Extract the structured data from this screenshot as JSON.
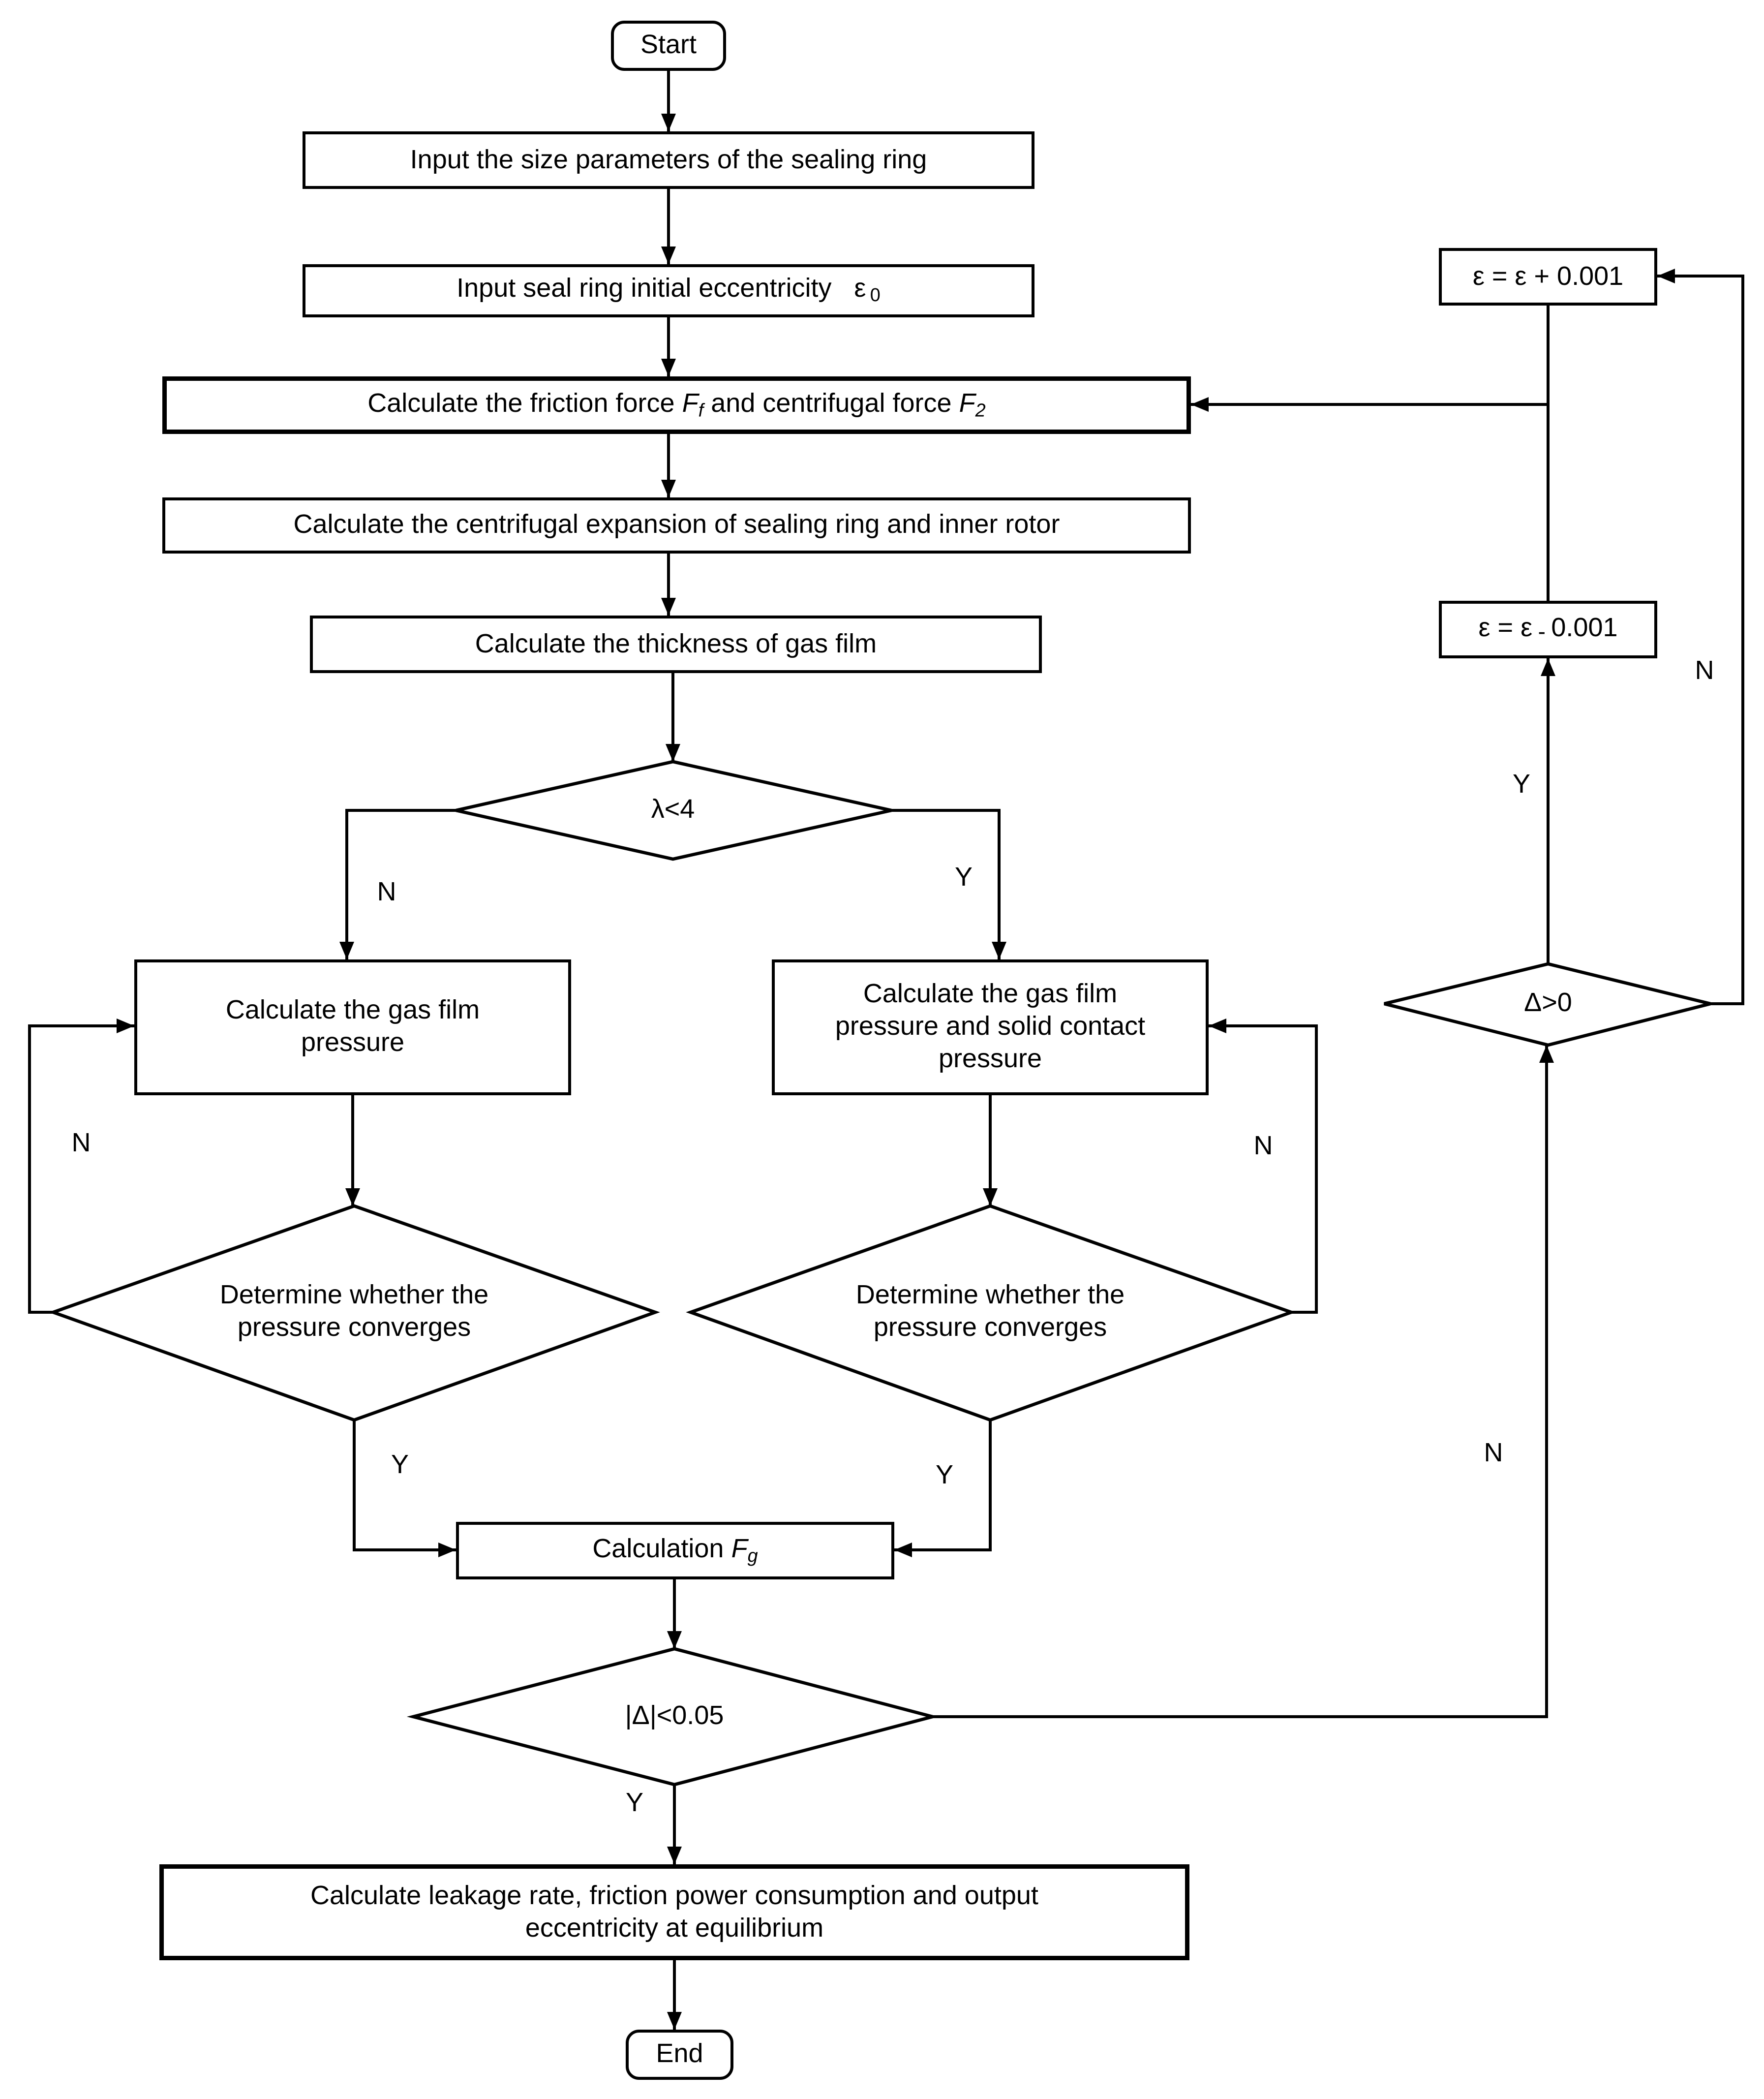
{
  "diagram": {
    "nodes": {
      "start": "Start",
      "input_size": "Input the size parameters of the sealing ring",
      "input_eccentricity": {
        "text": "Input seal ring initial eccentricity",
        "symbol": "ε",
        "subscript": "0"
      },
      "calc_forces": {
        "part1": "Calculate the friction force",
        "var1": "F",
        "var1_sub": "f",
        "part2": "and centrifugal force",
        "var2": "F",
        "var2_sub": "2"
      },
      "calc_expansion": "Calculate the centrifugal expansion of sealing ring and inner rotor",
      "calc_thickness": "Calculate the thickness of gas film",
      "lambda_check": "λ<4",
      "calc_gas_pressure": "Calculate the gas film pressure",
      "calc_gas_solid_pressure": "Calculate the gas film pressure and solid contact pressure",
      "converge_left": "Determine whether the pressure converges",
      "converge_right": "Determine whether the pressure converges",
      "calculation_fg": {
        "part1": "Calculation",
        "var": "F",
        "var_sub": "g"
      },
      "delta_abs_check": "|Δ|<0.05",
      "calc_output": "Calculate leakage rate, friction power consumption and output eccentricity at equilibrium",
      "end": "End",
      "eps_plus": "ε = ε + 0.001",
      "eps_minus": {
        "part1": "ε = ε",
        "minus": "-",
        "part2": "0.001"
      },
      "delta_positive_check": "Δ>0"
    },
    "edge_labels": {
      "lambda_no": "N",
      "lambda_yes": "Y",
      "converge_left_no": "N",
      "converge_right_no": "N",
      "converge_left_yes": "Y",
      "converge_right_yes": "Y",
      "delta_abs_no": "N",
      "delta_abs_yes": "Y",
      "delta_positive_yes": "Y",
      "delta_positive_no": "N"
    },
    "colors": {
      "stroke": "#000000",
      "text": "#000000",
      "background": "#ffffff"
    }
  }
}
